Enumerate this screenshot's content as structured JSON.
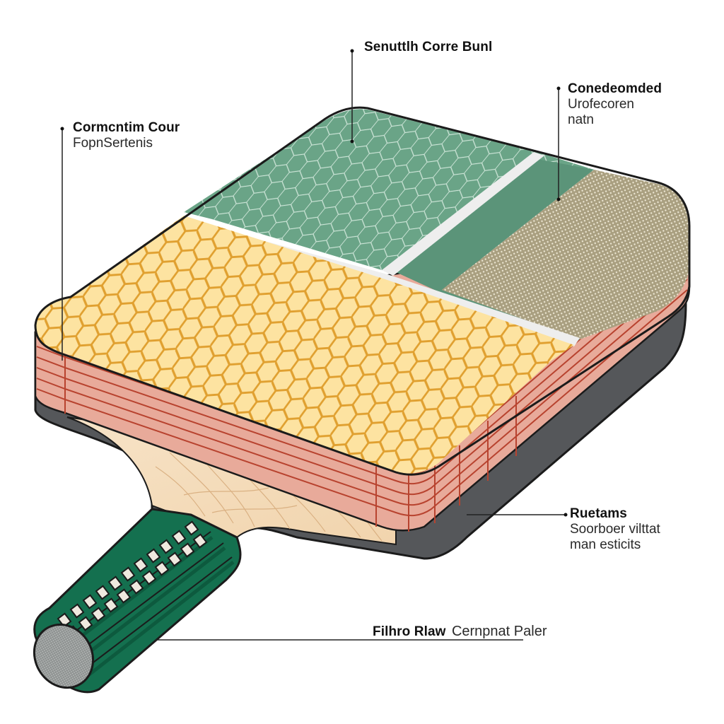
{
  "diagram": {
    "subject": "pickleball paddle cutaway",
    "colors": {
      "face_green": "#6aa487",
      "face_green_dark": "#5b9479",
      "court_line": "#eeeeee",
      "honeycomb_fill": "#fde3a1",
      "honeycomb_stroke": "#e0a030",
      "textured_face": "#b3a98a",
      "edge_layers": "#e8aa9a",
      "edge_layer_lines": "#b8432f",
      "edge_guard": "#55575a",
      "core_wood": "#f5dcbc",
      "grip_green": "#14704f",
      "grip_dark": "#0d5a3e",
      "grip_cap": "#9a9d9c",
      "grip_window": "#efe9df",
      "outline": "#1b1b1b"
    }
  },
  "callouts": [
    {
      "id": "top-center",
      "title": "Senuttlh Corre Bunl",
      "subtitle": ""
    },
    {
      "id": "top-right",
      "title": "Conedeomded",
      "subtitle_line1": "Urofecoren",
      "subtitle_line2": "natn"
    },
    {
      "id": "top-left",
      "title": "Cormcntim Cour",
      "subtitle": "FopnSertenis"
    },
    {
      "id": "right",
      "title": "Ruetams",
      "subtitle_line1": "Soorboer vilttat",
      "subtitle_line2": "man esticits"
    },
    {
      "id": "bottom",
      "title": "Filhro Rlaw",
      "subtitle": "Cernpnat Paler"
    }
  ]
}
